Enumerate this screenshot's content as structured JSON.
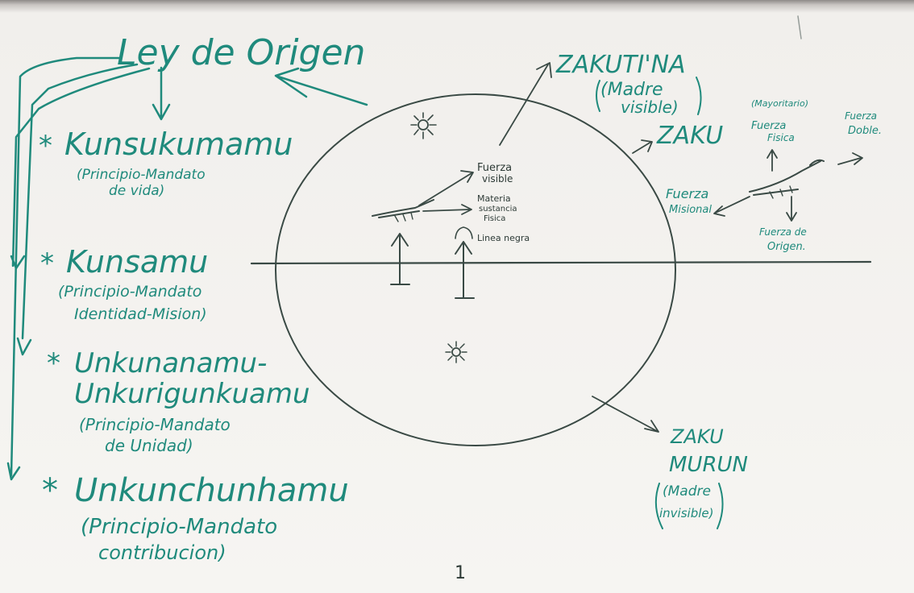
{
  "title": "Ley de Origen",
  "principles": [
    {
      "name": "Kunsukumamu",
      "desc_1": "(Principio-Mandato",
      "desc_2": "de vida)"
    },
    {
      "name": "Kunsamu",
      "desc_1": "(Principio-Mandato",
      "desc_2": "Identidad-Mision)"
    },
    {
      "name": "Unkunanamu-",
      "name_2": "Unkurigunkuamu",
      "desc_1": "(Principio-Mandato",
      "desc_2": "de Unidad)"
    },
    {
      "name": "Unkunchunhamu",
      "desc_1": "(Principio-Mandato",
      "desc_2": "contribucion)"
    }
  ],
  "zakutina": {
    "line_1": "ZAKUTI'NA",
    "line_2": "(Madre",
    "line_3": "visible)"
  },
  "zaku": "ZAKU",
  "zaku_murun": {
    "line_1": "ZAKU",
    "line_2": "MURUN",
    "line_3": "(Madre",
    "line_4": "invisible)"
  },
  "inner_labels": {
    "fuerza_visible_1": "Fuerza",
    "fuerza_visible_2": "visible",
    "materia_1": "Materia",
    "materia_2": "sustancia",
    "materia_3": "Fisica",
    "lineage": "Linea negra"
  },
  "bird_labels": {
    "mayoritario": "(Mayoritario)",
    "fuerza_fisica_1": "Fuerza",
    "fuerza_fisica_2": "Fisica",
    "fuerza_doble_1": "Fuerza",
    "fuerza_doble_2": "Doble.",
    "fuerza_misional_1": "Fuerza",
    "fuerza_misional_2": "Misional",
    "fuerza_origen_1": "Fuerza de",
    "fuerza_origen_2": "Origen."
  },
  "page_number": "1",
  "colors": {
    "ink": "#1f8a7c",
    "dark_ink": "#2d3a36",
    "paper": "#f4f3f0"
  }
}
